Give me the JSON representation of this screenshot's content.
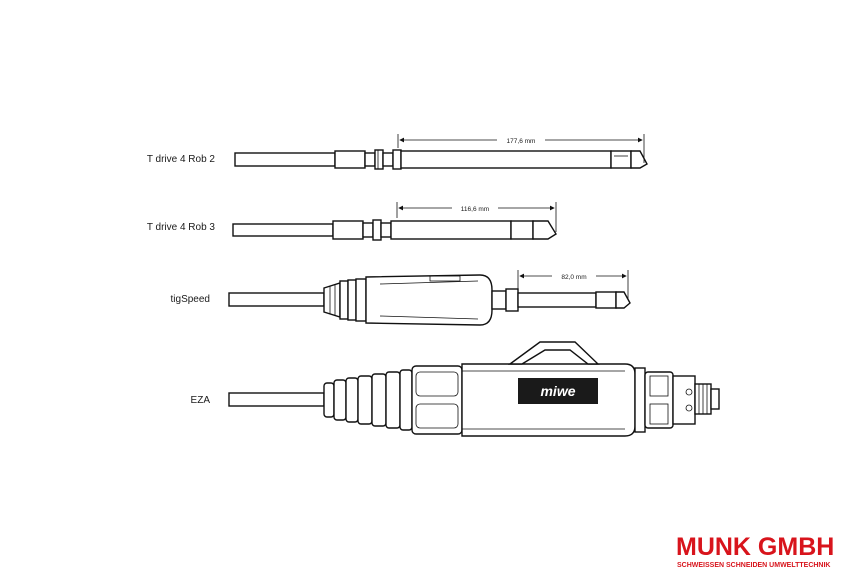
{
  "torches": [
    {
      "label": "T drive 4 Rob 2",
      "dimension": "177,6 mm"
    },
    {
      "label": "T drive 4 Rob 3",
      "dimension": "116,6 mm"
    },
    {
      "label": "tigSpeed",
      "dimension": "82,0 mm"
    },
    {
      "label": "EZA",
      "dimension": ""
    }
  ],
  "logo": {
    "title": "MUNK GMBH",
    "tagline": "SCHWEISSEN  SCHNEIDEN  UMWELTTECHNIK",
    "color": "#d8141c"
  },
  "eza_badge": {
    "text": "miwe"
  }
}
